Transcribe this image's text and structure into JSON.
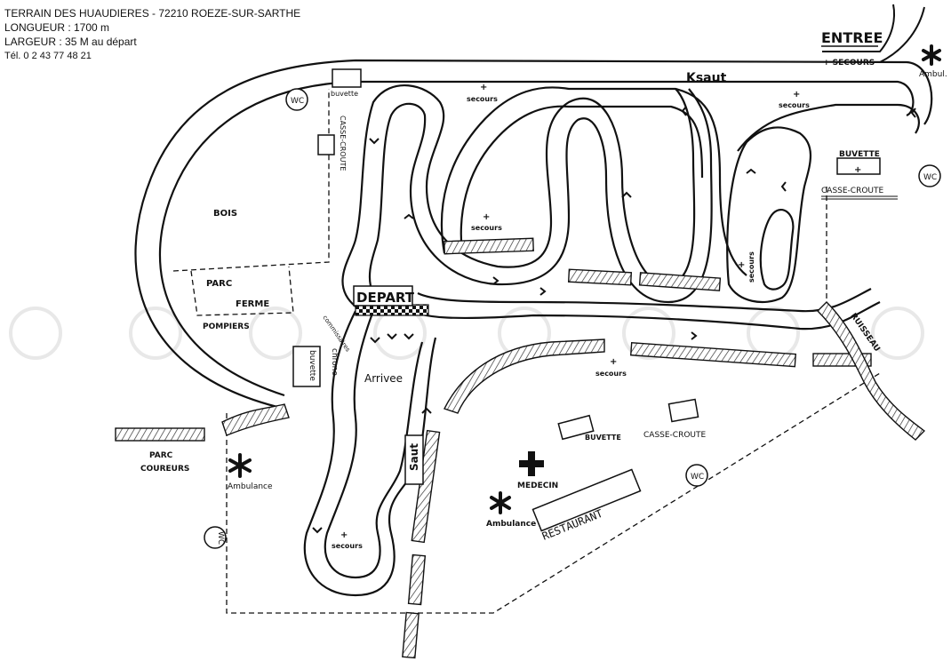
{
  "header": {
    "line1": "TERRAIN DES HUAUDIERES - 72210 ROEZE-SUR-SARTHE",
    "line2": "LONGUEUR : 1700 m",
    "line3": "LARGEUR : 35 M au départ",
    "line4": "Tél. 0 2 43 77 48 21"
  },
  "labels": {
    "entree": "ENTREE",
    "secours_entree": "+ SECOURS",
    "ambulance_top": "Ambul.",
    "ksaut": "Ksaut",
    "buvette_top": "buvette",
    "wc": "WC",
    "casse_croute_vertical": "CASSE-CROUTE",
    "bois": "BOIS",
    "parc": "PARC",
    "ferme": "FERME",
    "pompiers": "POMPIERS",
    "depart": "DEPART",
    "arrivee": "Arrivee",
    "chrono": "chrono",
    "buvette_small": "buvette",
    "commissaires": "commissaires",
    "secours": "secours",
    "buvette_right": "BUVETTE",
    "casse_croute_right": "CASSE-CROUTE",
    "ruisseau": "RUISSEAU",
    "buvette_mid": "BUVETTE",
    "casse_croute_mid": "CASSE-CROUTE",
    "medecin": "MEDECIN",
    "ambulance_mid": "Ambulance",
    "restaurant": "RESTAURANT",
    "ambulance_left": "Ambulance",
    "parc_coureurs_1": "PARC",
    "parc_coureurs_2": "COUREURS",
    "saut": "Saut"
  },
  "colors": {
    "ink": "#111111",
    "paper": "#ffffff",
    "watermark": "#e6e6e6"
  }
}
